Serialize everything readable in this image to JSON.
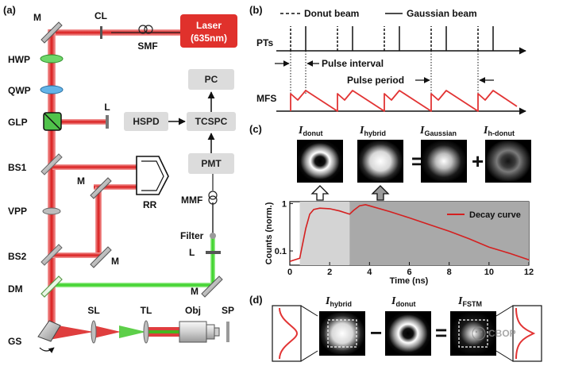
{
  "panels": {
    "a": "(a)",
    "b": "(b)",
    "c": "(c)",
    "d": "(d)"
  },
  "setup": {
    "laser_line1": "Laser",
    "laser_line2": "(635nm)",
    "cl": "CL",
    "smf": "SMF",
    "m_top": "M",
    "hwp": "HWP",
    "qwp": "QWP",
    "glp": "GLP",
    "l_hspd": "L",
    "hspd": "HSPD",
    "tcspc": "TCSPC",
    "pc": "PC",
    "pmt": "PMT",
    "mmf": "MMF",
    "filter": "Filter",
    "l_det": "L",
    "bs1": "BS1",
    "m_delay": "M",
    "rr": "RR",
    "vpp": "VPP",
    "bs2": "BS2",
    "m_bs2": "M",
    "dm": "DM",
    "m_green": "M",
    "gs": "GS",
    "sl": "SL",
    "tl": "TL",
    "obj": "Obj",
    "sp": "SP"
  },
  "timing": {
    "legend_donut": "Donut beam",
    "legend_gaussian": "Gaussian beam",
    "pts": "PTs",
    "mfs": "MFS",
    "pulse_interval": "Pulse interval",
    "pulse_period": "Pulse period"
  },
  "decomp": {
    "i_donut": "I",
    "i_donut_sub": "donut",
    "i_hybrid": "I",
    "i_hybrid_sub": "hybrid",
    "i_gaussian": "I",
    "i_gaussian_sub": "Gaussian",
    "i_hdonut": "I",
    "i_hdonut_sub": "h-donut",
    "equals": "=",
    "plus": "+"
  },
  "chart_data": {
    "type": "line",
    "series": [
      {
        "name": "Decay curve",
        "color": "#d42020",
        "x": [
          0,
          0.5,
          0.8,
          1.0,
          1.2,
          1.5,
          2.0,
          2.5,
          3.0,
          3.2,
          3.5,
          3.8,
          4.0,
          5.0,
          6.0,
          7.0,
          8.0,
          9.0,
          10.0,
          11.0,
          12.0
        ],
        "y": [
          0.06,
          0.07,
          0.3,
          0.6,
          0.75,
          0.8,
          0.78,
          0.7,
          0.6,
          0.72,
          0.9,
          0.95,
          0.9,
          0.68,
          0.5,
          0.36,
          0.26,
          0.18,
          0.12,
          0.09,
          0.065
        ]
      }
    ],
    "xlabel": "Time (ns)",
    "ylabel": "Counts (norm.)",
    "xlim": [
      0,
      12
    ],
    "ylim": [
      0.05,
      1.1
    ],
    "yscale": "log",
    "xticks": [
      "0",
      "2",
      "4",
      "6",
      "8",
      "10",
      "12"
    ],
    "yticks": [
      "0.1",
      "1"
    ],
    "shaded_regions": [
      {
        "from": 0.5,
        "to": 3,
        "color": "#d4d4d4"
      },
      {
        "from": 3,
        "to": 12,
        "color": "#a9a9a9"
      }
    ],
    "legend_position": "top-right"
  },
  "fstm": {
    "i_hybrid": "I",
    "i_hybrid_sub": "hybrid",
    "i_donut": "I",
    "i_donut_sub": "donut",
    "i_fstm": "I",
    "i_fstm_sub": "FSTM",
    "minus": "−",
    "equals": "="
  },
  "watermark": "CBOP",
  "colors": {
    "laser_red": "#e0312c",
    "beam_red": "#e23434",
    "beam_green": "#3fd12c",
    "box_gray": "#dcdcdc"
  }
}
